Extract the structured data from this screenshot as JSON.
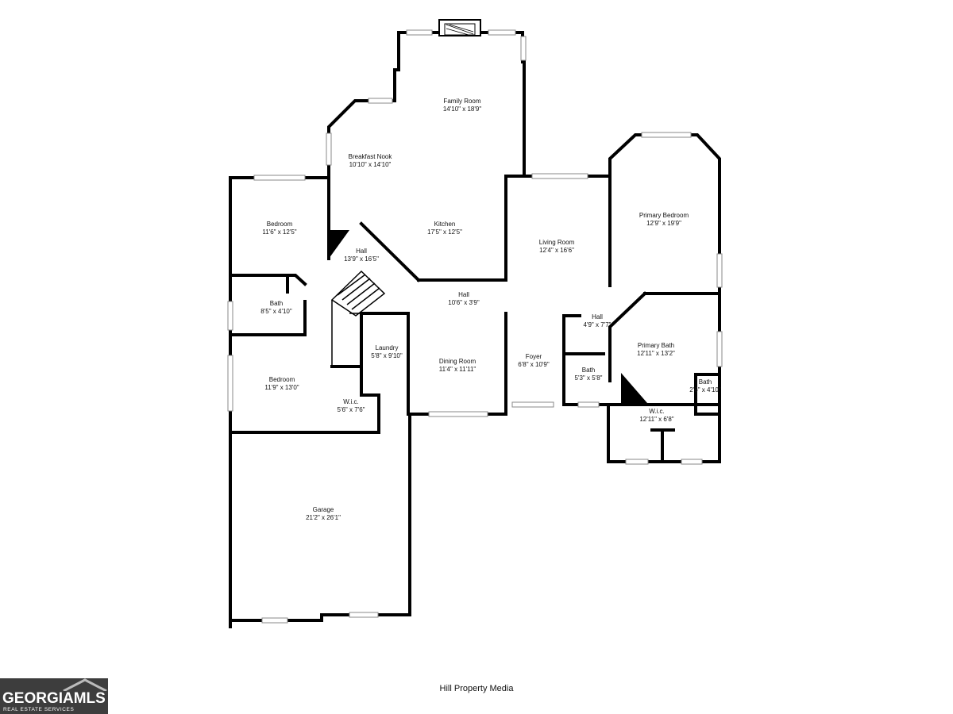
{
  "rooms": [
    {
      "name": "Family Room",
      "dims": "14'10\" x 18'9\""
    },
    {
      "name": "Breakfast Nook",
      "dims": "10'10\" x 14'10\""
    },
    {
      "name": "Kitchen",
      "dims": "17'5\" x 12'5\""
    },
    {
      "name": "Bedroom",
      "dims": "11'6\" x 12'5\""
    },
    {
      "name": "Hall",
      "dims": "13'9\" x 16'5\""
    },
    {
      "name": "Bath",
      "dims": "8'5\" x 4'10\""
    },
    {
      "name": "Bedroom",
      "dims": "11'9\" x 13'0\""
    },
    {
      "name": "W.i.c.",
      "dims": "5'6\" x 7'6\""
    },
    {
      "name": "Laundry",
      "dims": "5'8\" x 9'10\""
    },
    {
      "name": "Hall",
      "dims": "10'6\" x 3'9\""
    },
    {
      "name": "Dining Room",
      "dims": "11'4\" x 11'11\""
    },
    {
      "name": "Living Room",
      "dims": "12'4\" x 16'6\""
    },
    {
      "name": "Foyer",
      "dims": "6'8\" x 10'9\""
    },
    {
      "name": "Primary Bedroom",
      "dims": "12'9\" x 19'9\""
    },
    {
      "name": "Hall",
      "dims": "4'9\" x 7'7\""
    },
    {
      "name": "Primary Bath",
      "dims": "12'11\" x 13'2\""
    },
    {
      "name": "Bath",
      "dims": "5'3\" x 5'8\""
    },
    {
      "name": "Bath",
      "dims": "2'6\" x 4'10\""
    },
    {
      "name": "W.i.c.",
      "dims": "12'11\" x 6'8\""
    },
    {
      "name": "Garage",
      "dims": "21'2\" x 26'1\""
    }
  ],
  "credit": "Hill Property Media",
  "logo": {
    "main": "GEORGIAMLS",
    "sub": "REAL ESTATE SERVICES",
    "background": "#3d3d3d"
  },
  "colors": {
    "wall": "#000000",
    "window": "#888888",
    "background": "#ffffff"
  }
}
